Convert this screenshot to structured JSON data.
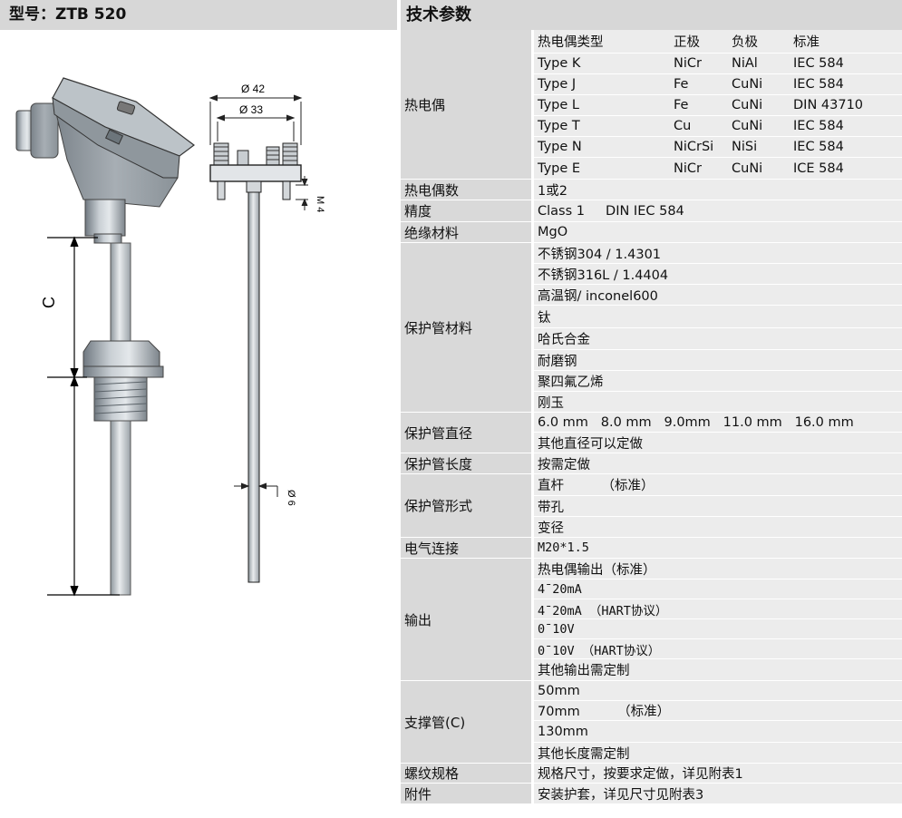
{
  "model_header": "型号：ZTB 520",
  "tech_header": "技术参数",
  "drawing": {
    "dim_phi42": "Ø 42",
    "dim_phi33": "Ø 33",
    "dim_m4": "M 4",
    "dim_phi6": "Ø 6",
    "dim_c": "C"
  },
  "thermocouple": {
    "label": "热电偶",
    "headers": [
      "热电偶类型",
      "正极",
      "负极",
      "标准"
    ],
    "rows": [
      [
        "Type K",
        "NiCr",
        "NiAl",
        "IEC 584"
      ],
      [
        "Type J",
        "Fe",
        "CuNi",
        "IEC 584"
      ],
      [
        "Type L",
        "Fe",
        "CuNi",
        "DIN 43710"
      ],
      [
        "Type T",
        "Cu",
        "CuNi",
        "IEC 584"
      ],
      [
        "Type N",
        "NiCrSi",
        "NiSi",
        "IEC 584"
      ],
      [
        "Type E",
        "NiCr",
        "CuNi",
        "ICE 584"
      ]
    ]
  },
  "tc_count": {
    "label": "热电偶数",
    "value": "1或2"
  },
  "accuracy": {
    "label": "精度",
    "value": "Class 1     DIN IEC 584"
  },
  "insulation": {
    "label": "绝缘材料",
    "value": "MgO"
  },
  "tube_material": {
    "label": "保护管材料",
    "values": [
      "不锈钢304 / 1.4301",
      "不锈钢316L / 1.4404",
      "高温钢/ inconel600",
      "钛",
      "哈氏合金",
      "耐磨钢",
      "聚四氟乙烯",
      "刚玉"
    ]
  },
  "tube_diameter": {
    "label": "保护管直径",
    "values": [
      "6.0 mm   8.0 mm   9.0mm   11.0 mm   16.0 mm",
      "其他直径可以定做"
    ]
  },
  "tube_length": {
    "label": "保护管长度",
    "value": "按需定做"
  },
  "tube_form": {
    "label": "保护管形式",
    "values": [
      "直杆         （标准）",
      "带孔",
      "变径"
    ]
  },
  "electrical": {
    "label": "电气连接",
    "value": "M20*1.5"
  },
  "output": {
    "label": "输出",
    "values": [
      "热电偶输出（标准）",
      "4¯20mA",
      "4¯20mA （HART协议）",
      "0¯10V",
      "0¯10V （HART协议）",
      "其他输出需定制"
    ]
  },
  "support_tube": {
    "label": "支撑管(C)",
    "values": [
      "50mm",
      "70mm         （标准）",
      "130mm",
      "其他长度需定制"
    ]
  },
  "thread": {
    "label": "螺纹规格",
    "value": "规格尺寸，按要求定做，详见附表1"
  },
  "accessory": {
    "label": "附件",
    "value": "安装护套，详见尺寸见附表3"
  }
}
